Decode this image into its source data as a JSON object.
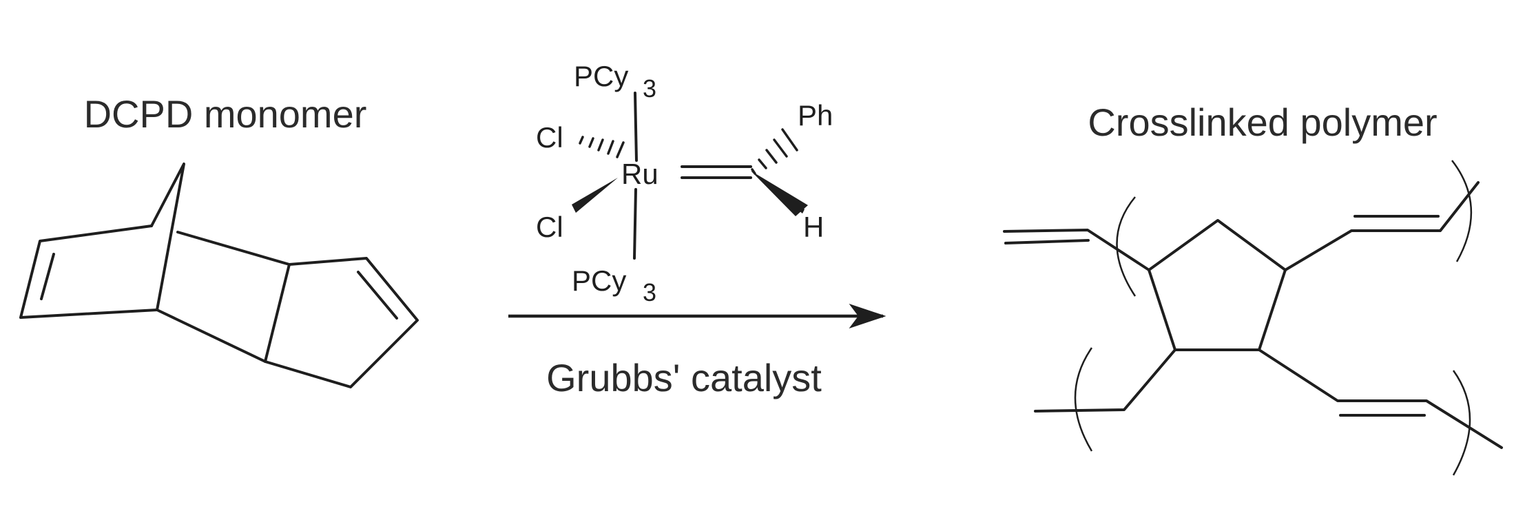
{
  "monomer": {
    "title": "DCPD monomer"
  },
  "catalyst": {
    "metal": "Ru",
    "ligand_top": "PCy",
    "ligand_top_sub": "3",
    "ligand_bottom": "PCy",
    "ligand_bottom_sub": "3",
    "chloride_1": "Cl",
    "chloride_2": "Cl",
    "carbene_substituent_1": "Ph",
    "carbene_substituent_2": "H",
    "label": "Grubbs' catalyst"
  },
  "product": {
    "title": "Crosslinked polymer"
  },
  "colors": {
    "ink": "#1e1e1e",
    "title_text": "#2b2b2b",
    "background": "#ffffff"
  }
}
